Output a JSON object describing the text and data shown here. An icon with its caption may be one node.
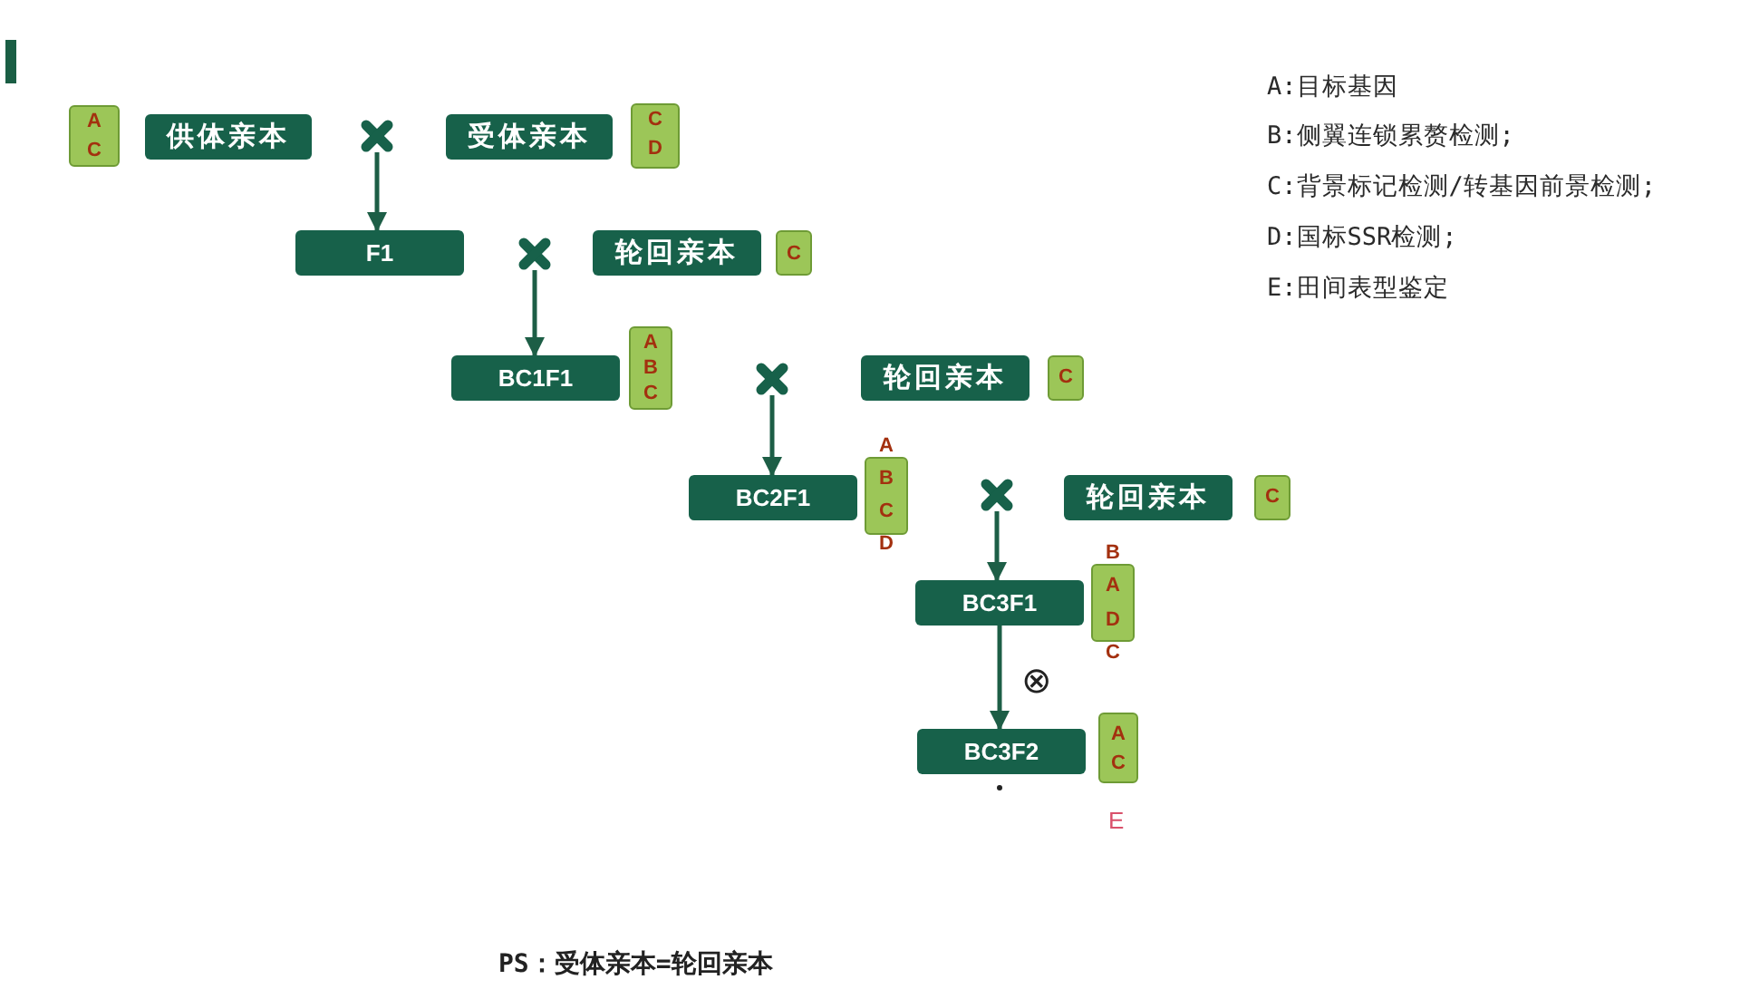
{
  "diagram": {
    "nodes": [
      {
        "text": [
          "A",
          "C"
        ]
      },
      {
        "text": [
          "供体亲本"
        ]
      },
      {
        "text": [],
        "shape": "cross"
      },
      {
        "text": [
          "受体亲本"
        ]
      },
      {
        "text": [
          "C",
          "D"
        ]
      },
      {
        "text": [
          "F1"
        ]
      },
      {
        "text": [],
        "shape": "cross"
      },
      {
        "text": [
          "轮回亲本"
        ]
      },
      {
        "text": [
          "C"
        ]
      },
      {
        "text": [
          "BC1F1"
        ]
      },
      {
        "text": [
          "A",
          "B",
          "C"
        ]
      },
      {
        "text": [],
        "shape": "cross"
      },
      {
        "text": [
          "轮回亲本"
        ]
      },
      {
        "text": [
          "C"
        ]
      },
      {
        "text": [
          "BC2F1"
        ]
      },
      {
        "text": [
          "A",
          "B",
          "C",
          "D"
        ]
      },
      {
        "text": [],
        "shape": "cross"
      },
      {
        "text": [
          "轮回亲本"
        ]
      },
      {
        "text": [
          "C"
        ]
      },
      {
        "text": [
          "BC3F1"
        ]
      },
      {
        "text": [
          "B",
          "A",
          "D",
          "C"
        ]
      },
      {
        "text": [
          "BC3F2"
        ]
      },
      {
        "text": [
          "A",
          "C"
        ]
      }
    ],
    "edges": [
      {
        "from": 2,
        "to": 5,
        "arrow": "to"
      },
      {
        "from": 6,
        "to": 9,
        "arrow": "to"
      },
      {
        "from": 11,
        "to": 14,
        "arrow": "to"
      },
      {
        "from": 16,
        "to": 19,
        "arrow": "to"
      },
      {
        "from": 19,
        "to": 21,
        "arrow": "to",
        "label": "⊗"
      }
    ],
    "labels": [
      "A:目标基因",
      "B:侧翼连锁累赘检测;",
      "C:背景标记检测/转基因前景检测;",
      "D:国标SSR检测;",
      "E:田间表型鉴定",
      "E",
      "PS：受体亲本=轮回亲本"
    ]
  }
}
